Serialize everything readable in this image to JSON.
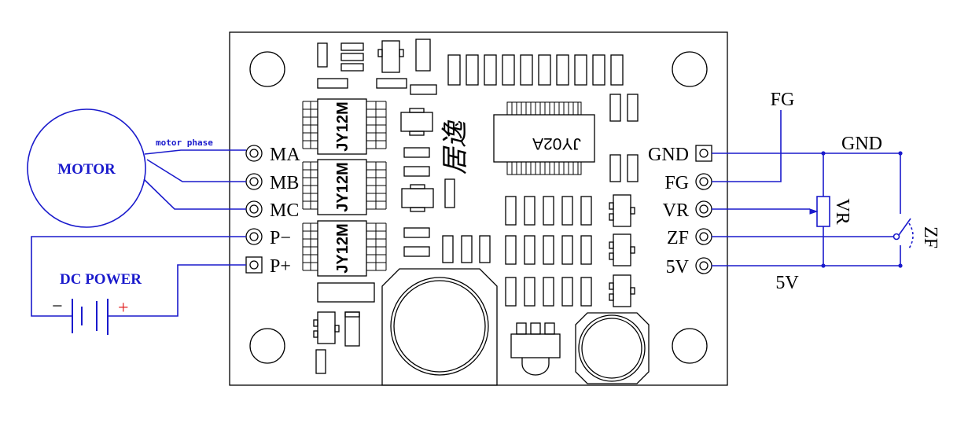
{
  "motor": {
    "label": "MOTOR",
    "phase_label": "motor phase"
  },
  "power": {
    "label": "DC POWER",
    "minus": "−",
    "plus": "+"
  },
  "left_pins": [
    "MA",
    "MB",
    "MC",
    "P−",
    "P+"
  ],
  "right_pins": [
    "GND",
    "FG",
    "VR",
    "ZF",
    "5V"
  ],
  "chips": [
    "JY12M",
    "JY12M",
    "JY12M"
  ],
  "main_ic": "JY02A",
  "board_text": "居逸",
  "external": {
    "fg": "FG",
    "gnd": "GND",
    "five_v": "5V",
    "vr": "VR",
    "zf": "ZF"
  },
  "colors": {
    "wire": "#1a1acc",
    "board": "#000000",
    "plus": "#e02020"
  }
}
